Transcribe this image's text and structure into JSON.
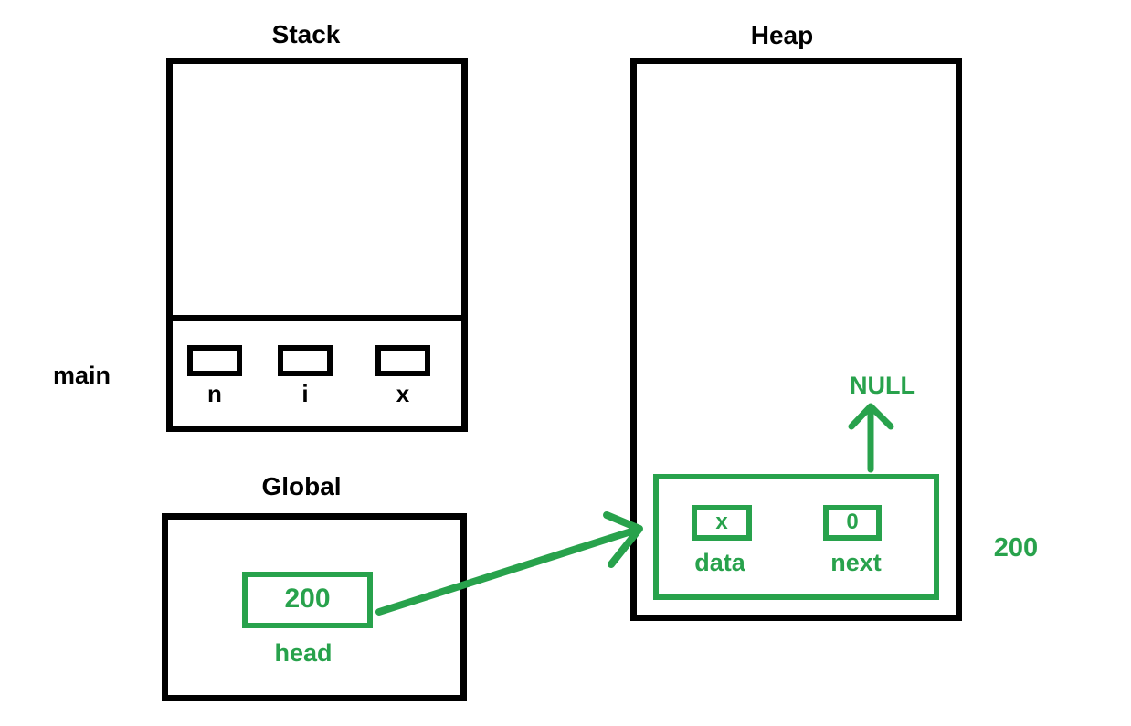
{
  "diagram": {
    "description": "Linked list memory layout diagram showing stack, global and heap segments",
    "colors": {
      "accent_green": "#28a24c",
      "outline_black": "#000000",
      "background": "#ffffff"
    },
    "stack": {
      "title": "Stack",
      "frame_label": "main",
      "variables": [
        {
          "name": "n"
        },
        {
          "name": "i"
        },
        {
          "name": "x"
        }
      ]
    },
    "global": {
      "title": "Global",
      "head": {
        "value": "200",
        "label": "head"
      }
    },
    "heap": {
      "title": "Heap",
      "node": {
        "address": "200",
        "fields": [
          {
            "label": "data",
            "value": "x"
          },
          {
            "label": "next",
            "value": "0"
          }
        ],
        "next_target": "NULL"
      }
    },
    "arrows": [
      {
        "name": "head-pointer-arrow",
        "from": "global.head",
        "to": "heap.node"
      },
      {
        "name": "next-null-arrow",
        "from": "heap.node.next",
        "to": "NULL"
      }
    ]
  }
}
